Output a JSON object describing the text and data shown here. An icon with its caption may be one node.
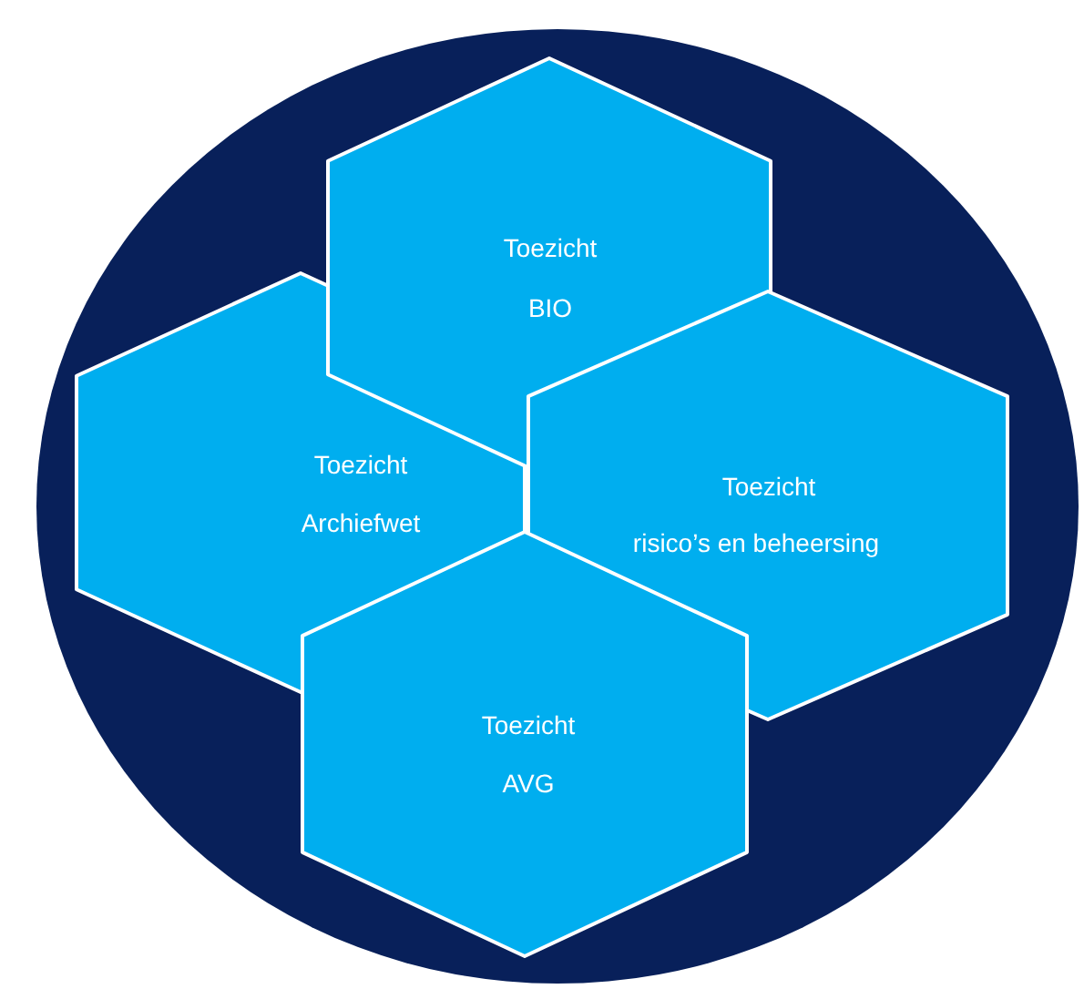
{
  "diagram": {
    "nodes": [
      {
        "text": [
          "Toezicht",
          "BIO"
        ]
      },
      {
        "text": [
          "Toezicht",
          "Archiefwet"
        ]
      },
      {
        "text": [
          "Toezicht",
          "risico’s en beheersing"
        ]
      },
      {
        "text": [
          "Toezicht",
          "AVG"
        ]
      }
    ]
  }
}
